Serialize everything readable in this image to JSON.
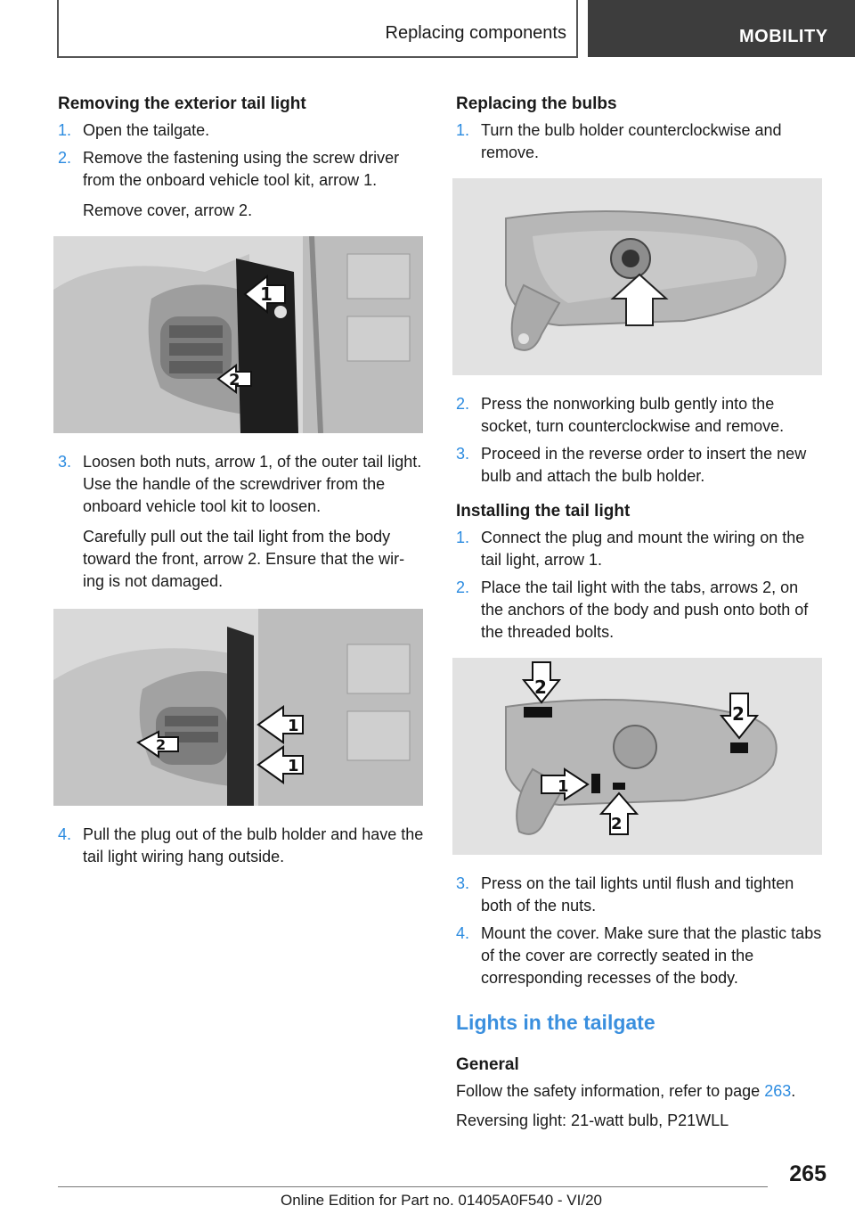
{
  "header": {
    "section": "Replacing components",
    "chapter": "MOBILITY"
  },
  "left": {
    "heading": "Removing the exterior tail light",
    "steps": [
      {
        "num": "1.",
        "text": "Open the tailgate."
      },
      {
        "num": "2.",
        "text": "Remove the fastening using the screw driver from the onboard vehicle tool kit, arrow 1.",
        "extra": "Remove cover, arrow 2."
      },
      {
        "num": "3.",
        "text": "Loosen both nuts, arrow 1, of the outer tail light. Use the handle of the screwdriver from the onboard vehicle tool kit to loosen.",
        "extra": "Carefully pull out the tail light from the body toward the front, arrow 2. Ensure that the wir‐ ing is not damaged."
      },
      {
        "num": "4.",
        "text": "Pull the plug out of the bulb holder and have the tail light wiring hang outside."
      }
    ],
    "fig_a_labels": [
      "1",
      "2"
    ],
    "fig_b_labels": [
      "1",
      "1",
      "2"
    ]
  },
  "right": {
    "bulbs_heading": "Replacing the bulbs",
    "bulb_steps": [
      {
        "num": "1.",
        "text": "Turn the bulb holder counterclockwise and remove."
      },
      {
        "num": "2.",
        "text": "Press the nonworking bulb gently into the socket, turn counterclockwise and remove."
      },
      {
        "num": "3.",
        "text": "Proceed in the reverse order to insert the new bulb and attach the bulb holder."
      }
    ],
    "install_heading": "Installing the tail light",
    "install_steps": [
      {
        "num": "1.",
        "text": "Connect the plug and mount the wiring on the tail light, arrow 1."
      },
      {
        "num": "2.",
        "text": "Place the tail light with the tabs, arrows 2, on the anchors of the body and push onto both of the threaded bolts."
      },
      {
        "num": "3.",
        "text": "Press on the tail lights until flush and tighten both of the nuts."
      },
      {
        "num": "4.",
        "text": "Mount the cover. Make sure that the plastic tabs of the cover are correctly seated in the corresponding recesses of the body."
      }
    ],
    "fig_d_labels": [
      "2",
      "2",
      "1",
      "2"
    ],
    "section_title": "Lights in the tailgate",
    "general_heading": "General",
    "safety_text": "Follow the safety information, refer to page ",
    "safety_page": "263",
    "safety_end": ".",
    "reversing": "Reversing light: 21-watt bulb, P21WLL"
  },
  "footer": {
    "page_number": "265",
    "edition": "Online Edition for Part no. 01405A0F540 - VI/20"
  }
}
